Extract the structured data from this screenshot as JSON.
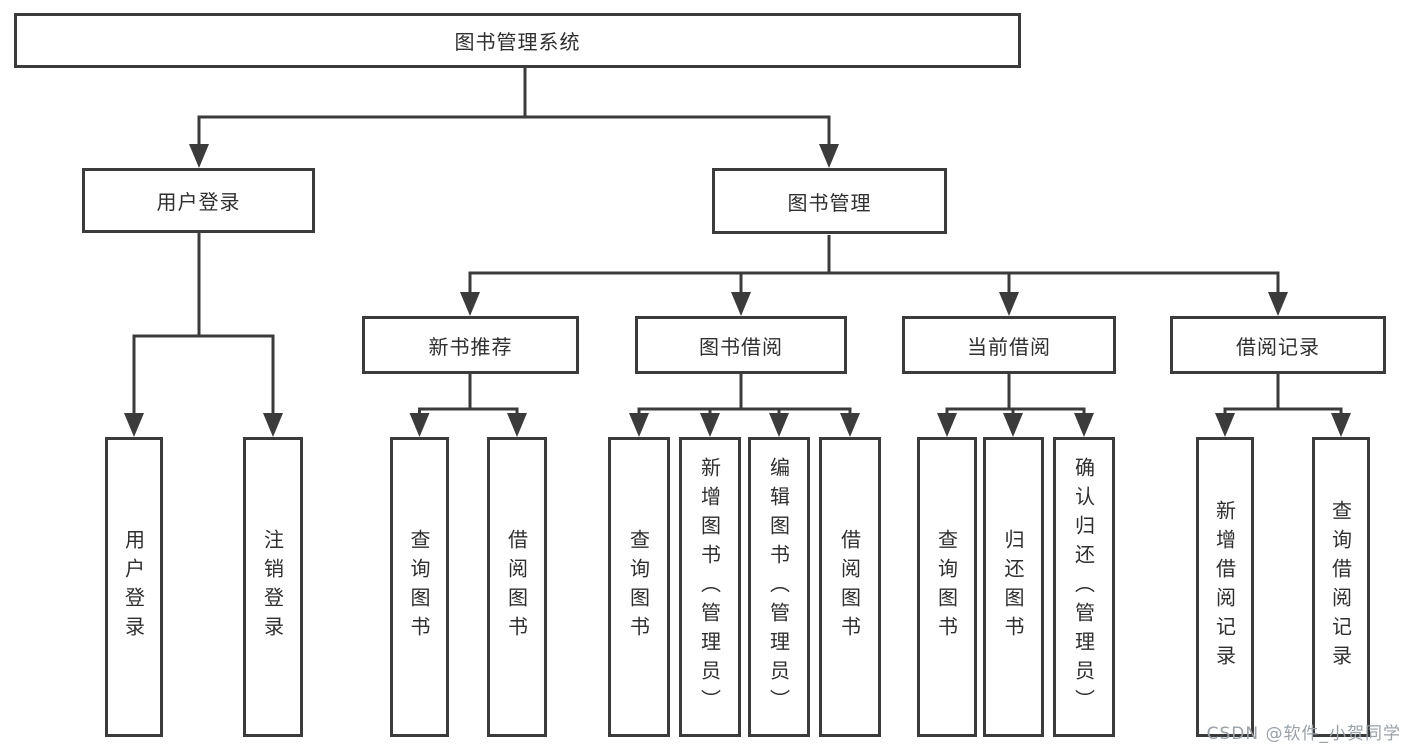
{
  "tree": {
    "label": "图书管理系统",
    "children": [
      {
        "label": "用户登录",
        "children": [
          {
            "label": "用户登录"
          },
          {
            "label": "注销登录"
          }
        ]
      },
      {
        "label": "图书管理",
        "children": [
          {
            "label": "新书推荐",
            "children": [
              {
                "label": "查询图书"
              },
              {
                "label": "借阅图书"
              }
            ]
          },
          {
            "label": "图书借阅",
            "children": [
              {
                "label": "查询图书"
              },
              {
                "label": "新增图书（管理员）"
              },
              {
                "label": "编辑图书（管理员）"
              },
              {
                "label": "借阅图书"
              }
            ]
          },
          {
            "label": "当前借阅",
            "children": [
              {
                "label": "查询图书"
              },
              {
                "label": "归还图书"
              },
              {
                "label": "确认归还（管理员）"
              }
            ]
          },
          {
            "label": "借阅记录",
            "children": [
              {
                "label": "新增借阅记录"
              },
              {
                "label": "查询借阅记录"
              }
            ]
          }
        ]
      }
    ]
  },
  "watermark": "CSDN @软件_小贺同学",
  "colors": {
    "line": "#3b3b3b",
    "box_border": "#3b3b3b",
    "box_background": "#ffffff",
    "text": "#2f2f2f",
    "watermark": "#98a0a8"
  }
}
